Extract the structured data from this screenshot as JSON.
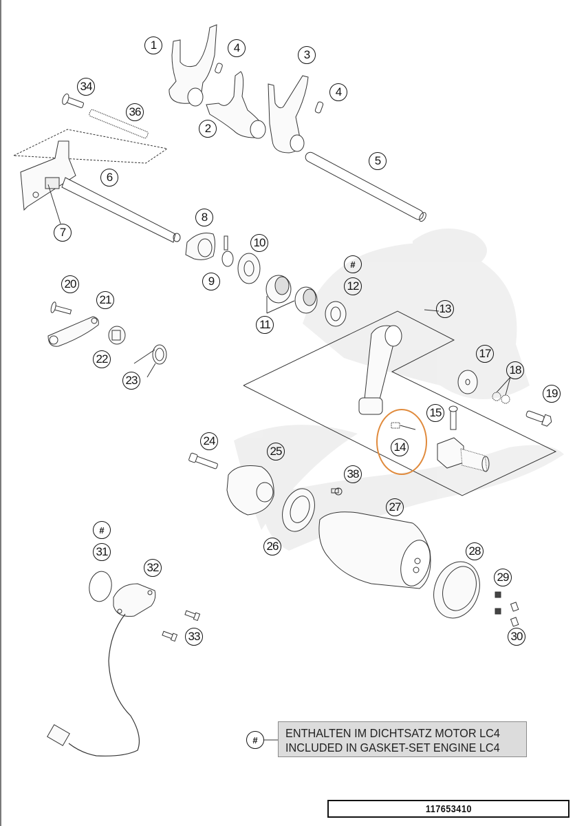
{
  "diagram": {
    "title": "Exploded parts diagram - shift mechanism",
    "document_number": "117653410",
    "highlight_color": "#e08a3c",
    "highlighted_part": "14",
    "legend": {
      "marker": "#",
      "line_de": "ENTHALTEN IM DICHTSATZ MOTOR LC4",
      "line_en": "INCLUDED IN GASKET-SET ENGINE LC4"
    },
    "callouts": [
      {
        "label": "1",
        "part": "shift-fork-1"
      },
      {
        "label": "2",
        "part": "shift-fork-2"
      },
      {
        "label": "3",
        "part": "shift-fork-3"
      },
      {
        "label": "4",
        "part": "roller-a"
      },
      {
        "label": "4",
        "part": "roller-b"
      },
      {
        "label": "5",
        "part": "shift-rail"
      },
      {
        "label": "6",
        "part": "shift-shaft"
      },
      {
        "label": "7",
        "part": "shaft-roller"
      },
      {
        "label": "8",
        "part": "shift-quadrant"
      },
      {
        "label": "9",
        "part": "circlip"
      },
      {
        "label": "10",
        "part": "washer"
      },
      {
        "label": "11",
        "part": "needle-bearing"
      },
      {
        "label": "#",
        "part": "gasket-set-marker-12"
      },
      {
        "label": "12",
        "part": "shaft-seal"
      },
      {
        "label": "13",
        "part": "shift-lever"
      },
      {
        "label": "14",
        "part": "rubber-cap-clip"
      },
      {
        "label": "15",
        "part": "pin"
      },
      {
        "label": "17",
        "part": "washer-large"
      },
      {
        "label": "18",
        "part": "lock-washers"
      },
      {
        "label": "19",
        "part": "hex-screw"
      },
      {
        "label": "20",
        "part": "collar-screw"
      },
      {
        "label": "21",
        "part": "locking-lever"
      },
      {
        "label": "22",
        "part": "bushing"
      },
      {
        "label": "23",
        "part": "leg-spring"
      },
      {
        "label": "24",
        "part": "cylinder-screw"
      },
      {
        "label": "25",
        "part": "shift-drum-locating"
      },
      {
        "label": "26",
        "part": "seal-ring"
      },
      {
        "label": "27",
        "part": "shift-drum"
      },
      {
        "label": "28",
        "part": "bearing"
      },
      {
        "label": "29",
        "part": "set-screws"
      },
      {
        "label": "30",
        "part": "dowel-pins"
      },
      {
        "label": "#",
        "part": "gasket-set-marker-31"
      },
      {
        "label": "31",
        "part": "o-ring"
      },
      {
        "label": "32",
        "part": "gear-position-sensor"
      },
      {
        "label": "33",
        "part": "sensor-screws"
      },
      {
        "label": "34",
        "part": "shoulder-bolt"
      },
      {
        "label": "36",
        "part": "compression-spring"
      },
      {
        "label": "38",
        "part": "drum-screw"
      }
    ]
  }
}
